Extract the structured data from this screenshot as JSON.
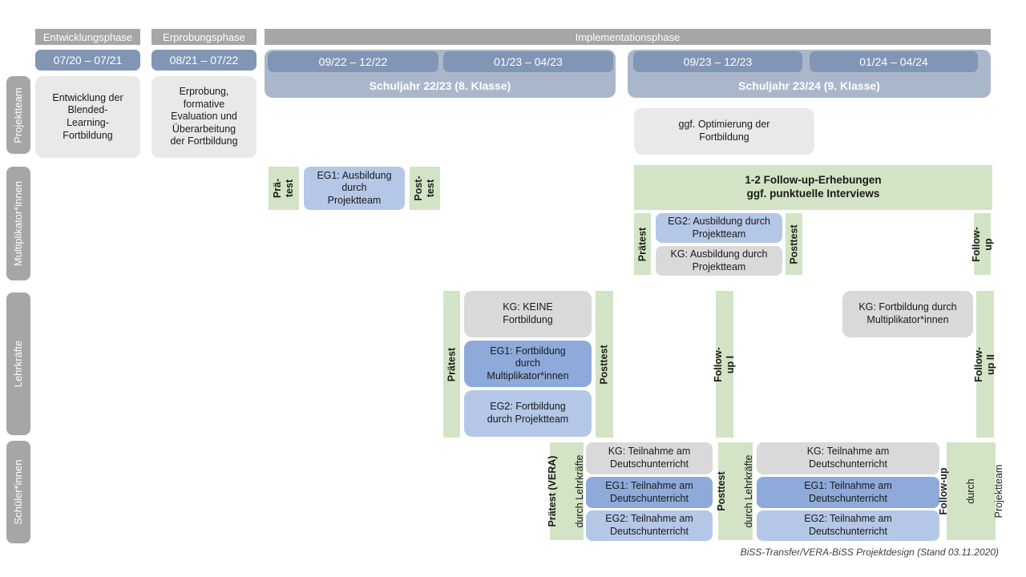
{
  "title": "BiSS-Transfer/VERA-BiSS Projektdesign",
  "footer": "BiSS-Transfer/VERA-BiSS Projektdesign (Stand 03.11.2020)",
  "colors": {
    "phase_bar_gray": "#a6a6a6",
    "date_bar_blue": "#8195b5",
    "school_year_blue": "#aab7cb",
    "light_gray_box": "#e9e9e9",
    "kg_gray": "#d9d9d9",
    "eg1_blue": "#8eaadb",
    "eg2_blue": "#b4c7e7",
    "green": "#d2e4c5",
    "text_dark": "#1a1a1a",
    "text_white": "#ffffff"
  },
  "phases": [
    {
      "label": "Entwicklungsphase"
    },
    {
      "label": "Erprobungsphase"
    },
    {
      "label": "Implementationsphase"
    }
  ],
  "dates": [
    "07/20 – 07/21",
    "08/21 – 07/22",
    "09/22 – 12/22",
    "01/23 – 04/23",
    "09/23 – 12/23",
    "01/24 – 04/24"
  ],
  "school_years": [
    "Schuljahr 22/23 (8. Klasse)",
    "Schuljahr 23/24 (9. Klasse)"
  ],
  "sidebar": [
    "Projektteam",
    "Multiplikator*innen",
    "Lehrkräfte",
    "Schüler*innen"
  ],
  "pt": {
    "entwicklung": "Entwicklung der\nBlended-\nLearning-\nFortbildung",
    "erprobung": "Erprobung,\nformative\nEvaluation und\nÜberarbeitung\nder Fortbildung",
    "optimierung": "ggf. Optimierung der\nFortbildung"
  },
  "mu": {
    "prae1": "Prä-\ntest",
    "eg1": "EG1: Ausbildung\ndurch\nProjektteam",
    "post1": "Post-\ntest",
    "followup_header": "1-2 Follow-up-Erhebungen\nggf. punktuelle Interviews",
    "prae2": "Prätest",
    "eg2": "EG2: Ausbildung durch\nProjektteam",
    "kg": "KG: Ausbildung durch\nProjektteam",
    "post2": "Posttest",
    "followup": "Follow-up"
  },
  "lk": {
    "prae": "Prätest",
    "kg": "KG: KEINE\nFortbildung",
    "eg1": "EG1: Fortbildung\ndurch\nMultiplikator*innen",
    "eg2": "EG2: Fortbildung\ndurch Projektteam",
    "post": "Posttest",
    "fu1": "Follow-up I",
    "kg2": "KG: Fortbildung durch\nMultiplikator*innen",
    "fu2": "Follow-up II"
  },
  "su": {
    "prae_main": "Prätest (VERA)",
    "prae_sub": "durch Lehrkräfte",
    "kg1": "KG: Teilnahme am\nDeutschunterricht",
    "eg1a": "EG1: Teilnahme am\nDeutschunterricht",
    "eg2a": "EG2: Teilnahme am\nDeutschunterricht",
    "post_main": "Posttest",
    "post_sub": "durch Lehrkräfte",
    "kg2": "KG: Teilnahme am\nDeutschunterricht",
    "eg1b": "EG1: Teilnahme am\nDeutschunterricht",
    "eg2b": "EG2: Teilnahme am\nDeutschunterricht",
    "fu_main": "Follow-up",
    "fu_sub1": "durch",
    "fu_sub2": "Projektteam"
  }
}
